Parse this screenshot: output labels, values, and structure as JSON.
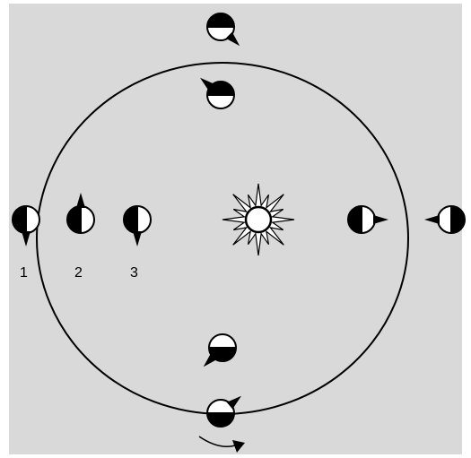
{
  "colors": {
    "background": "#d9d9d9",
    "ink": "#000000",
    "light_face": "#ffffff",
    "sun": "#ffffff"
  },
  "labels": {
    "position_1": "1",
    "position_2": "2",
    "position_3": "3"
  },
  "icons": {
    "sun": "sun-icon",
    "orbit_direction": "curved-arrow-icon",
    "body": "half-lit-disc-with-pointer-icon"
  }
}
